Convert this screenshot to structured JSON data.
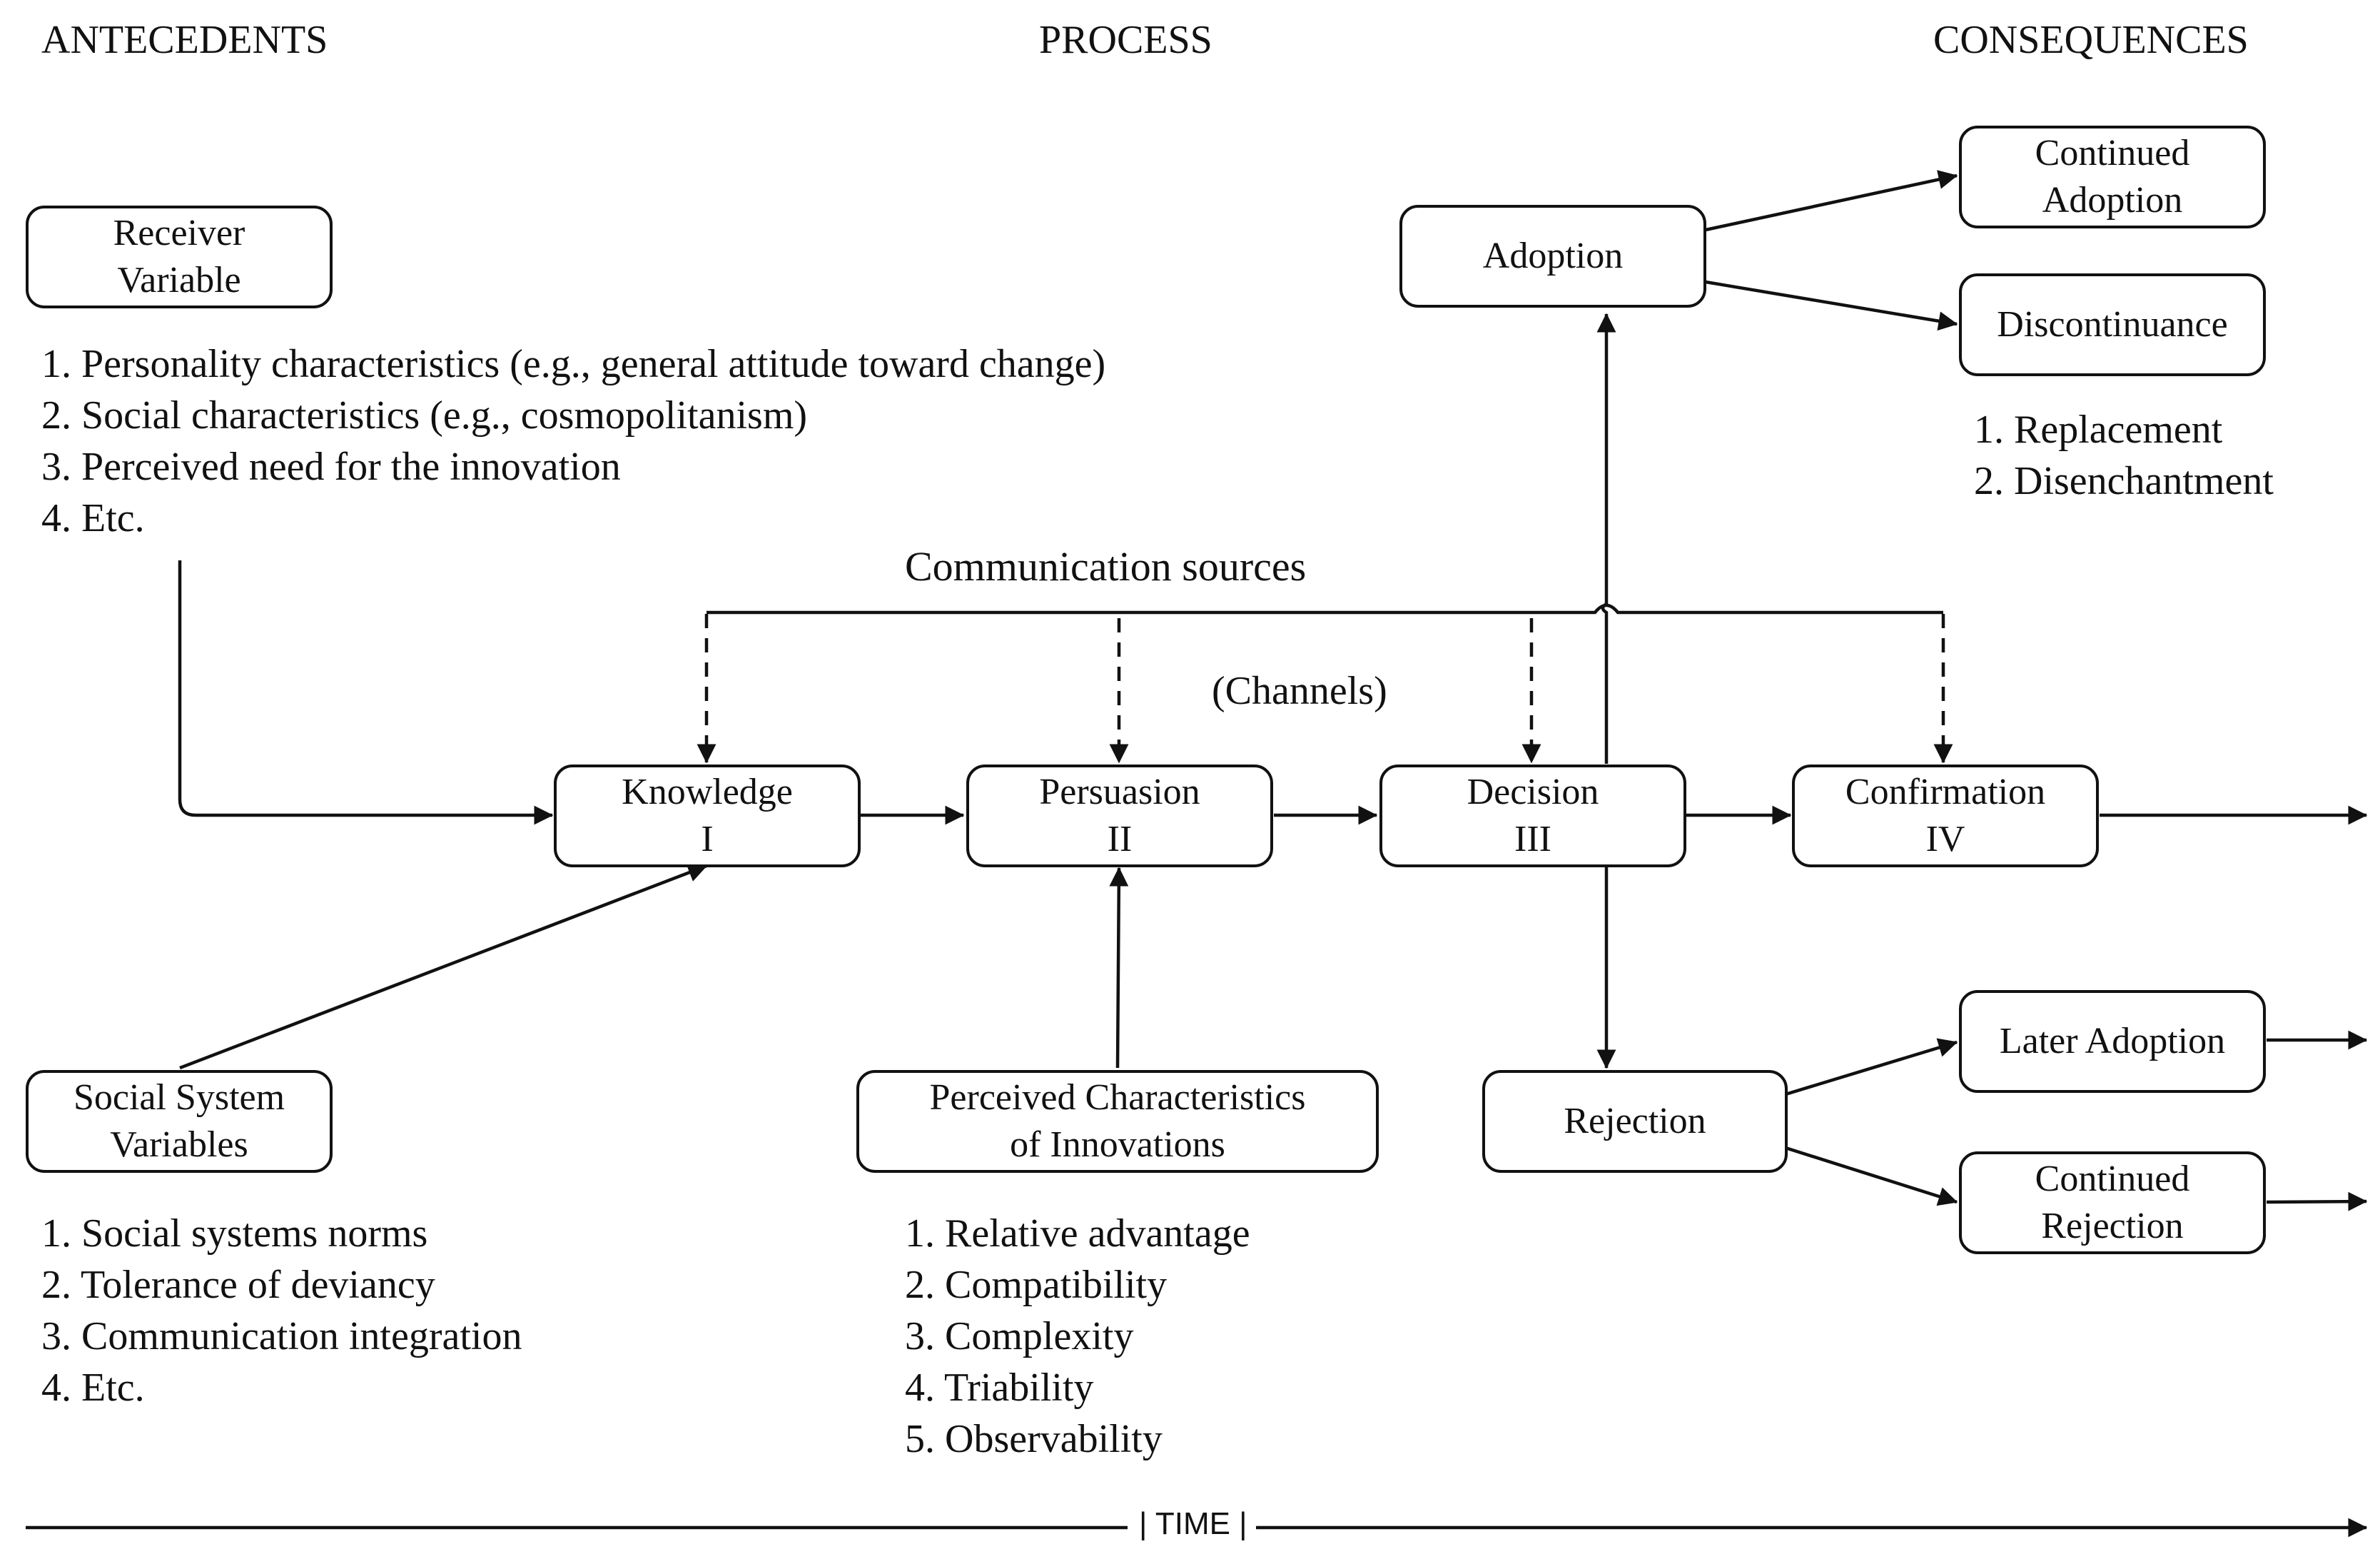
{
  "headers": {
    "antecedents": "ANTECEDENTS",
    "process": "PROCESS",
    "consequences": "CONSEQUENCES"
  },
  "receiver": {
    "line1": "Receiver",
    "line2": "Variable",
    "items": [
      "1. Personality characteristics (e.g., general attitude toward change)",
      "2. Social characteristics (e.g., cosmopolitanism)",
      "3. Perceived need for the innovation",
      "4. Etc."
    ]
  },
  "social": {
    "line1": "Social System",
    "line2": "Variables",
    "items": [
      "1. Social systems norms",
      "2. Tolerance of deviancy",
      "3. Communication integration",
      "4. Etc."
    ]
  },
  "perceived": {
    "line1": "Perceived Characteristics",
    "line2": "of Innovations",
    "items": [
      "1. Relative advantage",
      "2. Compatibility",
      "3. Complexity",
      "4. Triability",
      "5. Observability"
    ]
  },
  "stages": {
    "knowledge": {
      "name": "Knowledge",
      "num": "I"
    },
    "persuasion": {
      "name": "Persuasion",
      "num": "II"
    },
    "decision": {
      "name": "Decision",
      "num": "III"
    },
    "confirmation": {
      "name": "Confirmation",
      "num": "IV"
    }
  },
  "communication_sources": "Communication sources",
  "channels": "(Channels)",
  "adoption": "Adoption",
  "rejection": "Rejection",
  "continued_adoption": {
    "line1": "Continued",
    "line2": "Adoption"
  },
  "discontinuance": {
    "label": "Discontinuance",
    "items": [
      "1. Replacement",
      "2. Disenchantment"
    ]
  },
  "later_adoption": "Later Adoption",
  "continued_rejection": {
    "line1": "Continued",
    "line2": "Rejection"
  },
  "time_label": "| TIME |"
}
